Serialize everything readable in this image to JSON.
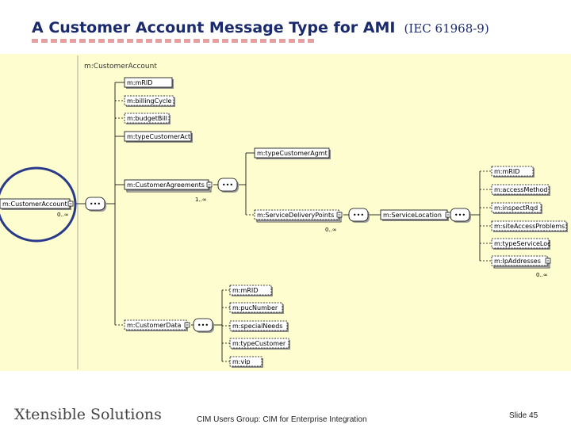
{
  "slide": {
    "title": "A Customer Account Message Type for AMI",
    "title_suffix": "(IEC 61968-9)",
    "footer_logo": "Xtensible Solutions",
    "footer_center": "CIM Users Group: CIM for Enterprise Integration",
    "slide_number": "Slide 45"
  },
  "colors": {
    "title": "#1a2a6c",
    "diagram_background": "#fdfdd0",
    "accent_dashes": "#e4a0a0",
    "highlight_circle": "#2a3a8a"
  },
  "diagram": {
    "root_label": "m:CustomerAccount",
    "nodes": [
      {
        "id": "n_root",
        "label": "m:CustomerAccount",
        "multiplicity": "0..∞"
      },
      {
        "id": "n_mrid",
        "label": "m:mRID",
        "multiplicity": ""
      },
      {
        "id": "n_billing",
        "label": "m:billingCycle",
        "multiplicity": ""
      },
      {
        "id": "n_budget",
        "label": "m:budgetBill",
        "multiplicity": ""
      },
      {
        "id": "n_typeacct",
        "label": "m:typeCustomerAct",
        "multiplicity": ""
      },
      {
        "id": "n_agreements",
        "label": "m:CustomerAgreements",
        "multiplicity": "1..∞"
      },
      {
        "id": "n_typeagmt",
        "label": "m:typeCustomerAgmt",
        "multiplicity": ""
      },
      {
        "id": "n_sdp",
        "label": "m:ServiceDeliveryPoints",
        "multiplicity": "0..∞"
      },
      {
        "id": "n_servloc",
        "label": "m:ServiceLocation",
        "multiplicity": ""
      },
      {
        "id": "n_loc_mrid",
        "label": "m:mRID",
        "multiplicity": ""
      },
      {
        "id": "n_access",
        "label": "m:accessMethod",
        "multiplicity": ""
      },
      {
        "id": "n_inspect",
        "label": "m:inspectRqd",
        "multiplicity": ""
      },
      {
        "id": "n_site",
        "label": "m:siteAccessProblems",
        "multiplicity": ""
      },
      {
        "id": "n_typeloc",
        "label": "m:typeServiceLoc",
        "multiplicity": ""
      },
      {
        "id": "n_ip",
        "label": "m:IpAddresses",
        "multiplicity": "0..∞"
      },
      {
        "id": "n_custdata",
        "label": "m:CustomerData",
        "multiplicity": ""
      },
      {
        "id": "n_cd_mrid",
        "label": "m:mRID",
        "multiplicity": ""
      },
      {
        "id": "n_pucnum",
        "label": "m:pucNumber",
        "multiplicity": ""
      },
      {
        "id": "n_special",
        "label": "m:specialNeeds",
        "multiplicity": ""
      },
      {
        "id": "n_typecust",
        "label": "m:typeCustomer",
        "multiplicity": ""
      },
      {
        "id": "n_vip",
        "label": "m:vip",
        "multiplicity": ""
      }
    ],
    "sequences": [
      {
        "id": "s_root",
        "symbol": "•••"
      },
      {
        "id": "s_agreements",
        "symbol": "•••"
      },
      {
        "id": "s_sdp",
        "symbol": "•••"
      },
      {
        "id": "s_servloc",
        "symbol": "•••"
      },
      {
        "id": "s_custdata",
        "symbol": "•••"
      }
    ]
  }
}
